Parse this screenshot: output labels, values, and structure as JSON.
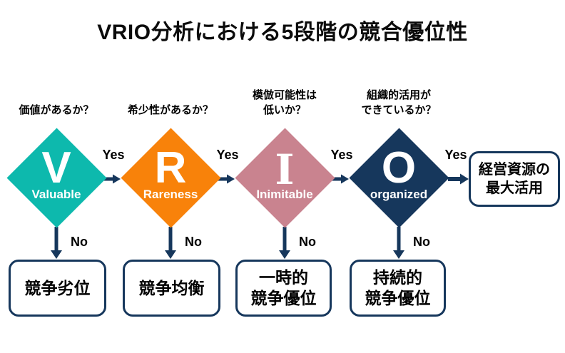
{
  "title": "VRIO分析における5段階の競合優位性",
  "labels": {
    "yes": "Yes",
    "no": "No"
  },
  "colors": {
    "teal": "#0DB9AD",
    "orange": "#F8820A",
    "rose": "#C9838F",
    "navy": "#16375C",
    "arrow": "#16375C",
    "box_border": "#16375C",
    "text": "#000000",
    "diamond_text": "#FFFFFF"
  },
  "diamonds": [
    {
      "letter": "V",
      "word": "Valuable",
      "question": [
        "価値があるか？"
      ],
      "color": "#0DB9AD"
    },
    {
      "letter": "R",
      "word": "Rareness",
      "question": [
        "希少性があるか？"
      ],
      "color": "#F8820A"
    },
    {
      "letter": "I",
      "word": "Inimitable",
      "question": [
        "模倣可能性は",
        "低いか？"
      ],
      "color": "#C9838F"
    },
    {
      "letter": "O",
      "word": "organized",
      "question": [
        "組織的活用が",
        "できているか？"
      ],
      "color": "#16375C"
    }
  ],
  "outcomes": [
    {
      "lines": [
        "競争劣位"
      ]
    },
    {
      "lines": [
        "競争均衡"
      ]
    },
    {
      "lines": [
        "一時的",
        "競争優位"
      ]
    },
    {
      "lines": [
        "持続的",
        "競争優位"
      ]
    }
  ],
  "final_box": {
    "lines": [
      "経営資源の",
      "最大活用"
    ]
  }
}
